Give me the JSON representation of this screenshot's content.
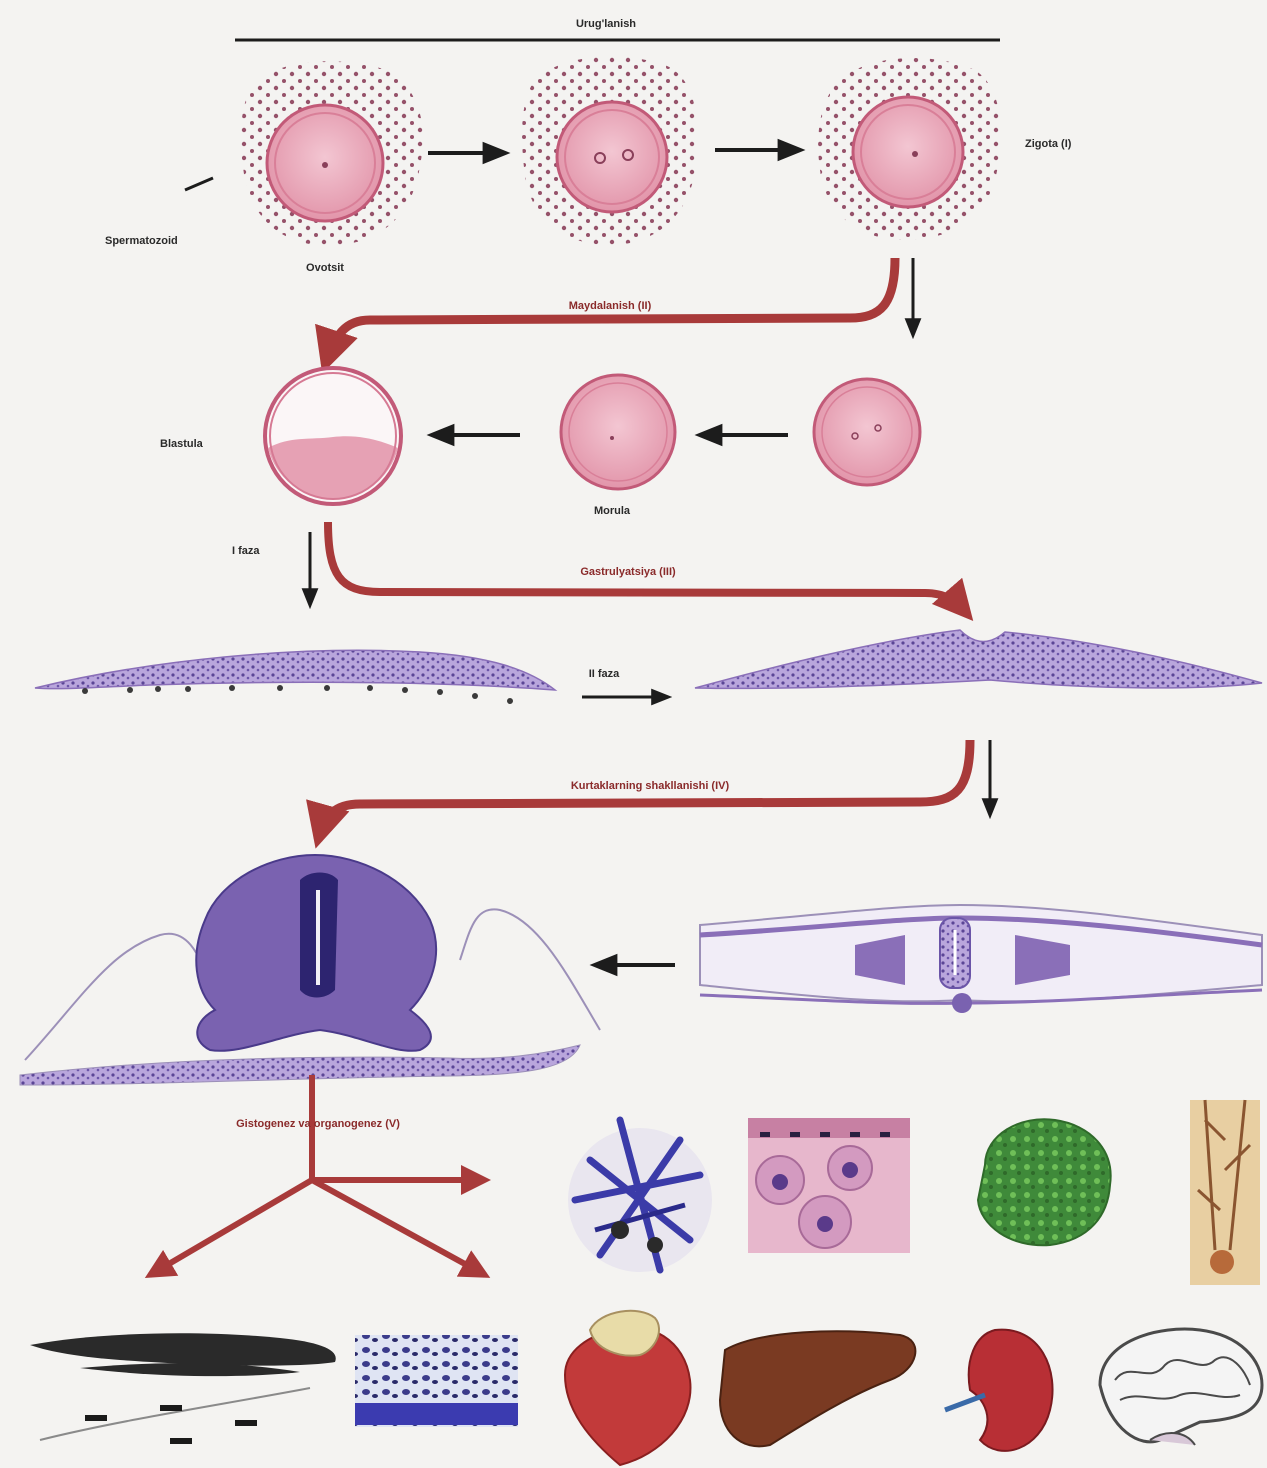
{
  "labels": {
    "fertilization": "Urug'lanish",
    "spermatozoid": "Spermatozoid",
    "ovocyte": "Ovotsit",
    "zygote": "Zigota (I)",
    "cleavage": "Maydalanish (II)",
    "blastula": "Blastula",
    "morula": "Morula",
    "phase1": "I faza",
    "gastrulation": "Gastrulyatsiya (III)",
    "phase2": "II faza",
    "organ_rudiments": "Kurtaklarning shakllanishi (IV)",
    "histogenesis": "Gistogenez va organogenez (V)"
  },
  "colors": {
    "background": "#f4f3f1",
    "arrow_red": "#a83a3a",
    "arrow_black": "#1c1c1c",
    "cell_pink": "#e7a7b8",
    "cell_outline": "#c25a78",
    "tissue_purple": "#8a6fb8",
    "tissue_dark": "#4a3a8a"
  },
  "icons": [
    "ovocyte-icon",
    "zygote-pronuclei-icon",
    "zygote-icon",
    "two-cell-icon",
    "morula-icon",
    "blastula-icon",
    "bilaminar-disc-icon",
    "gastrula-icon",
    "neurula-section-icon",
    "embryo-section-icon",
    "connective-tissue-icon",
    "epithelium-icon",
    "gland-icon",
    "nerve-cell-icon",
    "muscle-fibers-icon",
    "bone-tissue-icon",
    "heart-icon",
    "liver-icon",
    "kidney-icon",
    "brain-icon"
  ]
}
